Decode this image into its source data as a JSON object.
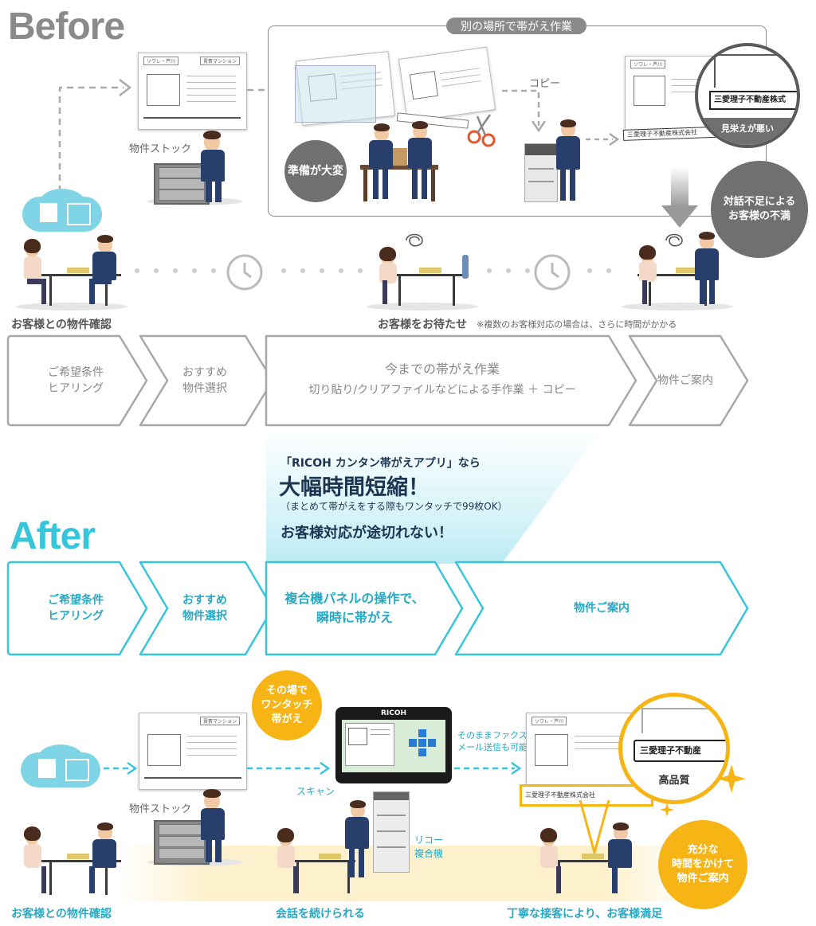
{
  "before": {
    "title": "Before",
    "elsewhere_label": "別の場所で帯がえ作業",
    "copy_label": "コピー",
    "stock_label": "物件ストック",
    "prep_bubble": "準備が大変",
    "poor_look_bubble": "見栄えが悪い",
    "dissatisfied_bubble_line1": "対話不足による",
    "dissatisfied_bubble_line2": "お客様の不満",
    "check_caption": "お客様との物件確認",
    "wait_caption": "お客様をお待たせ",
    "wait_note": "※複数のお客様対応の場合は、さらに時間がかかる",
    "steps": [
      {
        "line1": "ご希望条件",
        "line2": "ヒアリング"
      },
      {
        "line1": "おすすめ",
        "line2": "物件選択"
      },
      {
        "line1": "今までの帯がえ作業",
        "line2": "切り貼り/クリアファイルなどによる手作業 ＋ コピー"
      },
      {
        "line1": "物件ご案内",
        "line2": ""
      }
    ]
  },
  "callout": {
    "line1": "「RICOH カンタン帯がえアプリ」なら",
    "headline": "大幅時間短縮！",
    "note": "（まとめて帯がえをする際もワンタッチで99枚OK）",
    "line3": "お客様対応が途切れない！"
  },
  "after": {
    "title": "After",
    "steps": [
      {
        "line1": "ご希望条件",
        "line2": "ヒアリング"
      },
      {
        "line1": "おすすめ",
        "line2": "物件選択"
      },
      {
        "line1": "複合機パネルの操作で、",
        "line2": "瞬時に帯がえ"
      },
      {
        "line1": "物件ご案内",
        "line2": ""
      }
    ],
    "onespot_bubble_line1": "その場で",
    "onespot_bubble_line2": "ワンタッチ",
    "onespot_bubble_line3": "帯がえ",
    "scan_label": "スキャン",
    "fax_note_line1": "そのままファクスや",
    "fax_note_line2": "メール送信も可能",
    "stock_label": "物件ストック",
    "mfp_label_line1": "リコー",
    "mfp_label_line2": "複合機",
    "quality_bubble": "高品質",
    "time_bubble_line1": "充分な",
    "time_bubble_line2": "時間をかけて",
    "time_bubble_line3": "物件ご案内",
    "check_caption": "お客様との物件確認",
    "talk_caption": "会話を続けられる",
    "satisfy_caption": "丁寧な接客により、お客様満足",
    "brand": "RICOH"
  },
  "document": {
    "company": "ソワレ・芦川",
    "property": "賣賓マンション",
    "band_text": "三愛理子不動産株式会社",
    "zoom_text": "三愛理子不動産株式",
    "zoom_text_after": "三愛理子不動産"
  },
  "colors": {
    "before_gray": "#8a8a8a",
    "after_teal": "#37c5dc",
    "accent_yellow": "#f7b415",
    "suit_navy": "#283f6c"
  }
}
